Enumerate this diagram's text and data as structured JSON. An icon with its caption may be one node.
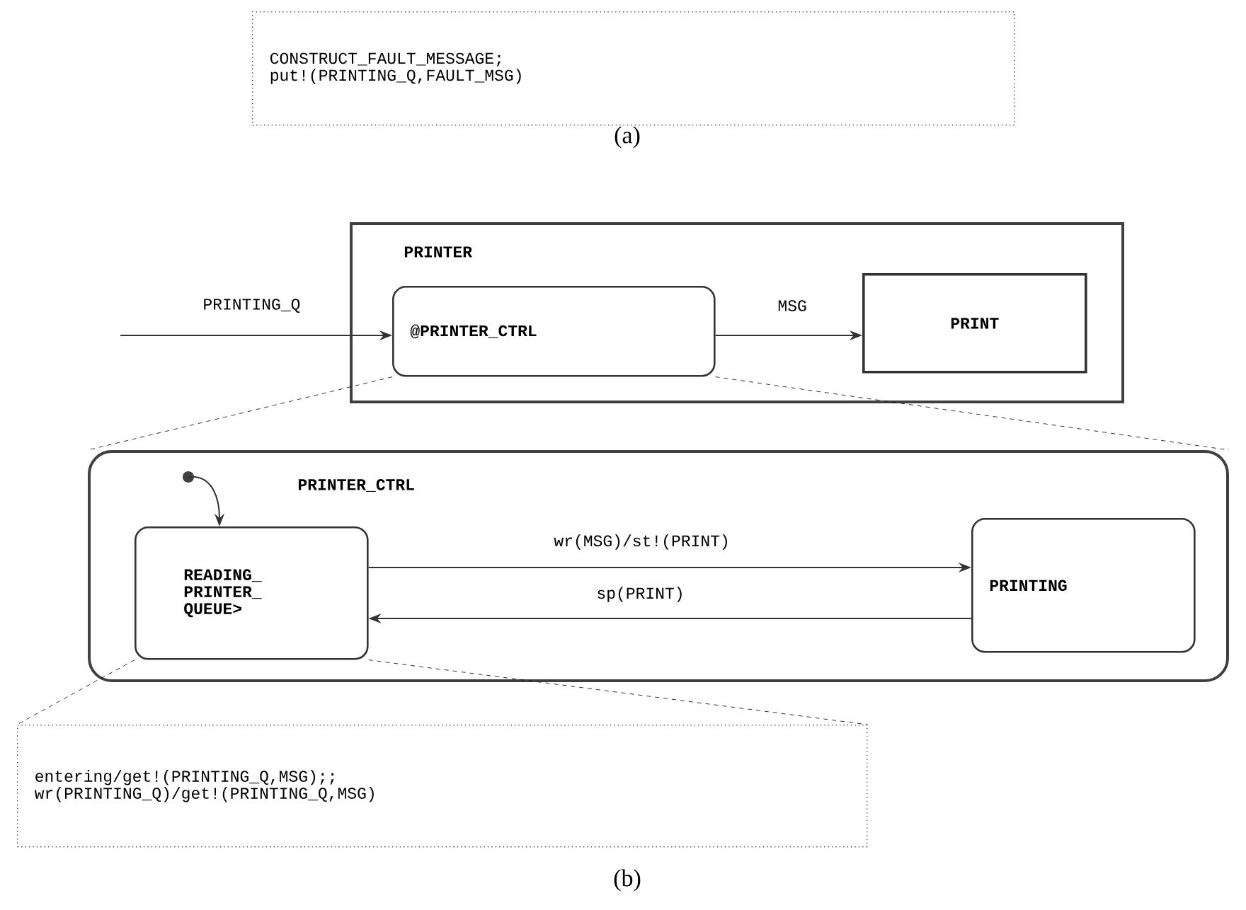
{
  "diagram": {
    "nodes": [
      {
        "text": [
          "CONSTRUCT_FAULT_MESSAGE;",
          "put!(PRINTING_Q,FAULT_MSG)"
        ]
      },
      {
        "text": [
          "PRINTER"
        ]
      },
      {
        "text": [
          "@PRINTER_CTRL"
        ],
        "in": 1
      },
      {
        "text": [
          "PRINT"
        ],
        "in": 1
      },
      {
        "text": [
          "PRINTER_CTRL"
        ]
      },
      {
        "text": [],
        "shape": "circle",
        "in": 4
      },
      {
        "text": [
          "READING_ PRINTER_ QUEUE>"
        ],
        "in": 4
      },
      {
        "text": [
          "PRINTING"
        ],
        "in": 4
      },
      {
        "text": [
          "entering/get!(PRINTING_Q,MSG);;",
          "wr(PRINTING_Q)/get!(PRINTING_Q,MSG)"
        ]
      }
    ],
    "edges": [
      {
        "from": null,
        "to": 2,
        "arrow": "to",
        "label": "PRINTING_Q"
      },
      {
        "from": 2,
        "to": 3,
        "arrow": "to",
        "label": "MSG"
      },
      {
        "from": 2,
        "to": 4,
        "arrow": "none",
        "style": "dashed"
      },
      {
        "from": 2,
        "to": 4,
        "arrow": "none",
        "style": "dashed"
      },
      {
        "from": 5,
        "to": 6,
        "arrow": "to"
      },
      {
        "from": 6,
        "to": 7,
        "arrow": "to",
        "label": "wr(MSG)/st!(PRINT)"
      },
      {
        "from": 7,
        "to": 6,
        "arrow": "to",
        "label": "sp(PRINT)"
      },
      {
        "from": 6,
        "to": 8,
        "arrow": "none",
        "style": "dashed"
      },
      {
        "from": 6,
        "to": 8,
        "arrow": "none",
        "style": "dashed"
      }
    ],
    "labels": [
      "(a)",
      "(b)"
    ]
  }
}
